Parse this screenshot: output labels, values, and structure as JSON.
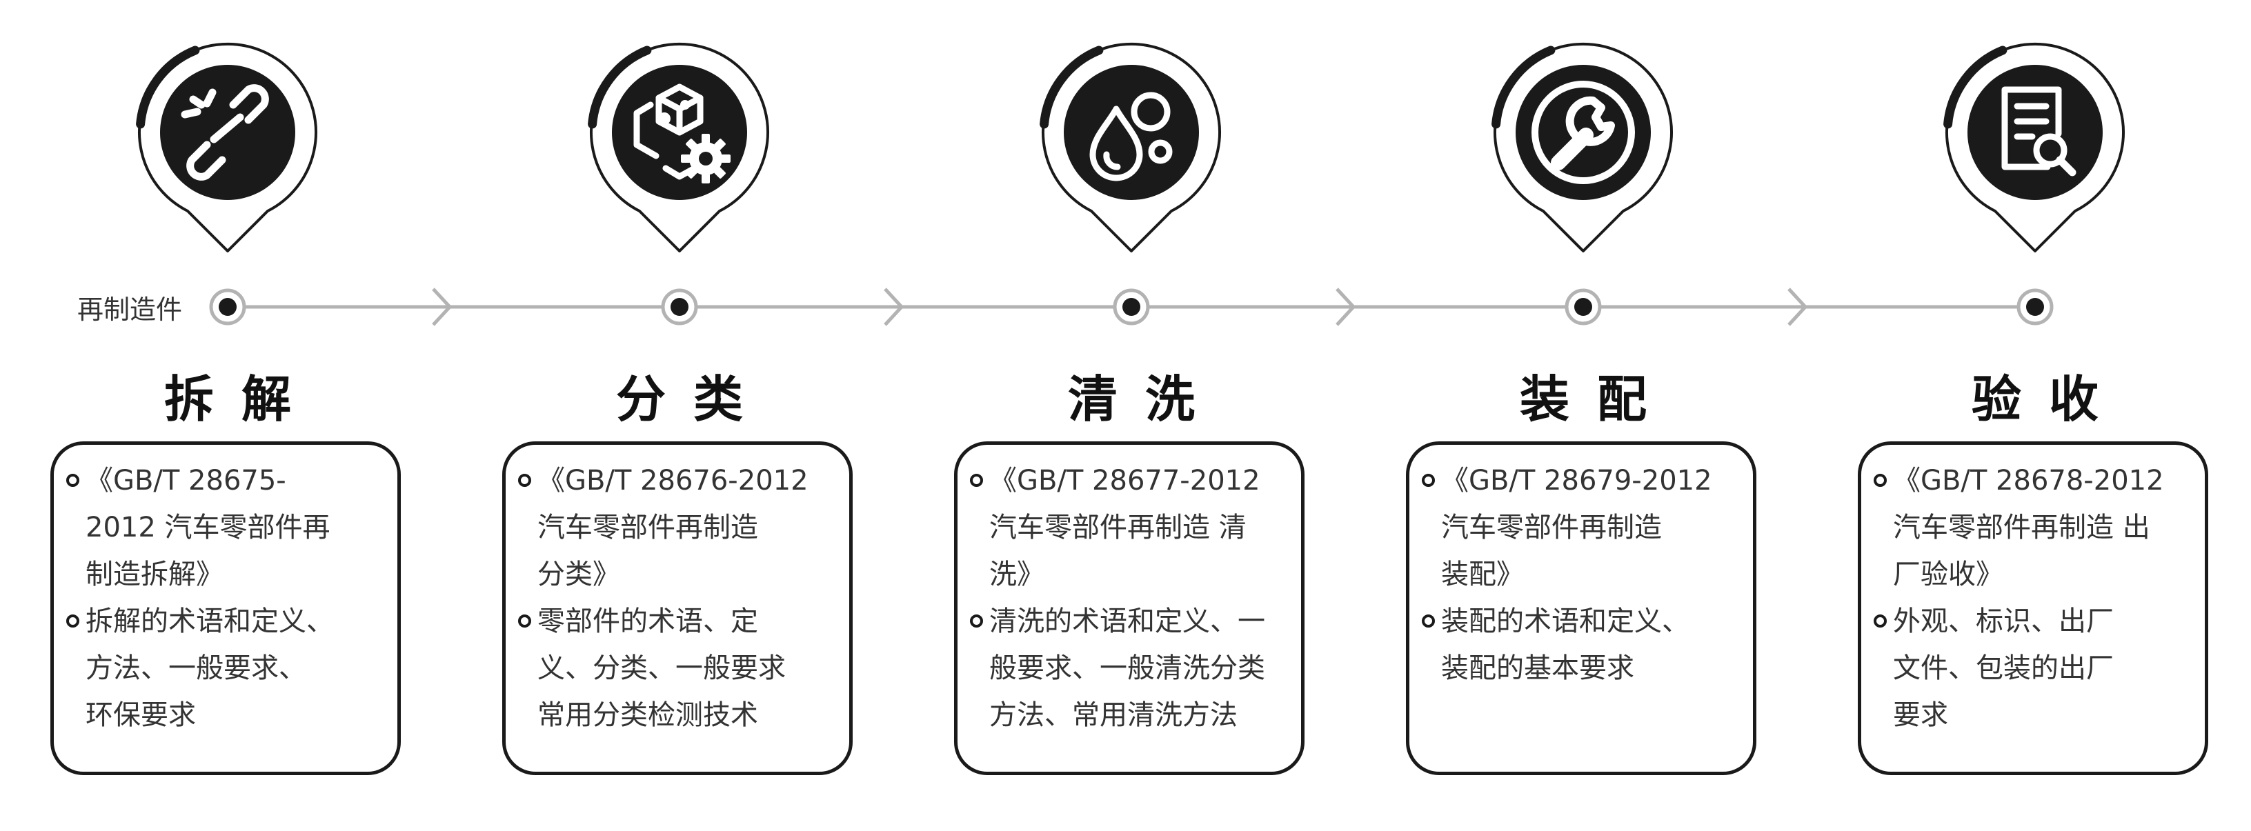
{
  "start_label": "再制造件",
  "colors": {
    "dark": "#1a1a1a",
    "line": "#b3b3b3",
    "text": "#333333"
  },
  "steps": [
    {
      "title": "拆解",
      "icon": "broken-link-icon",
      "lines_1": [
        "《GB/T 28675-",
        "2012 汽车零部件再",
        "制造拆解》"
      ],
      "lines_2": [
        "拆解的术语和定义、",
        "方法、一般要求、",
        "环保要求"
      ]
    },
    {
      "title": "分类",
      "icon": "cubes-gear-icon",
      "lines_1": [
        "《GB/T 28676-2012",
        "汽车零部件再制造",
        "分类》"
      ],
      "lines_2": [
        "零部件的术语、定",
        "义、分类、一般要求",
        "常用分类检测技术"
      ]
    },
    {
      "title": "清洗",
      "icon": "water-drop-bubbles-icon",
      "lines_1": [
        "《GB/T 28677-2012",
        "汽车零部件再制造 清",
        "洗》"
      ],
      "lines_2": [
        "清洗的术语和定义、一",
        "般要求、一般清洗分类",
        "方法、常用清洗方法"
      ]
    },
    {
      "title": "装配",
      "icon": "wrench-circle-icon",
      "lines_1": [
        "《GB/T 28679-2012",
        "汽车零部件再制造",
        "装配》"
      ],
      "lines_2": [
        "装配的术语和定义、",
        "装配的基本要求"
      ]
    },
    {
      "title": "验收",
      "icon": "document-search-icon",
      "lines_1": [
        "《GB/T 28678-2012",
        "汽车零部件再制造 出",
        "厂验收》"
      ],
      "lines_2": [
        "外观、标识、出厂",
        "文件、包装的出厂",
        "要求"
      ]
    }
  ]
}
